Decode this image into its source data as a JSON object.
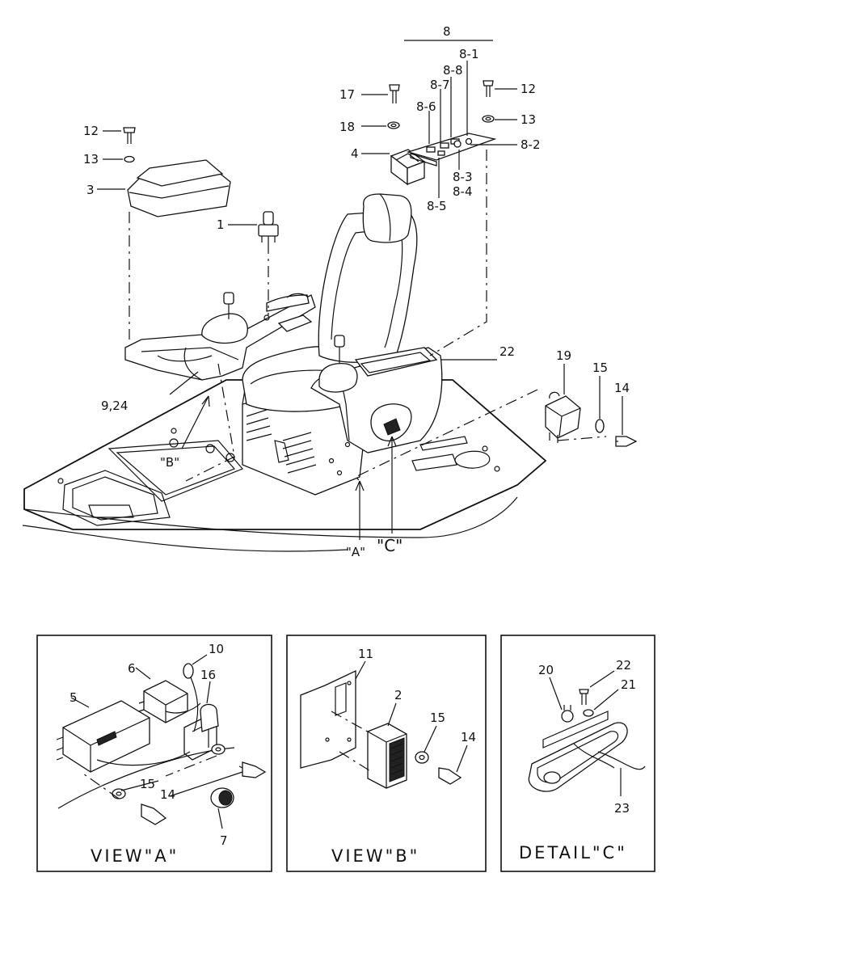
{
  "callouts": {
    "c1": "1",
    "c2": "2",
    "c3": "3",
    "c4": "4",
    "c5": "5",
    "c6": "6",
    "c7": "7",
    "c8": "8",
    "c8_1": "8-1",
    "c8_2": "8-2",
    "c8_3": "8-3",
    "c8_4": "8-4",
    "c8_5": "8-5",
    "c8_6": "8-6",
    "c8_7": "8-7",
    "c8_8": "8-8",
    "c9_24": "9,24",
    "c10": "10",
    "c11": "11",
    "c12": "12",
    "c13": "13",
    "c14": "14",
    "c15": "15",
    "c16": "16",
    "c17": "17",
    "c18": "18",
    "c19": "19",
    "c20": "20",
    "c21": "21",
    "c22": "22",
    "c23": "23"
  },
  "view_markers": {
    "a": "\"A\"",
    "b": "\"B\"",
    "c": "\"C\""
  },
  "panels": {
    "view_a": "VIEW\"A\"",
    "view_b": "VIEW\"B\"",
    "detail_c": "DETAIL\"C\""
  }
}
